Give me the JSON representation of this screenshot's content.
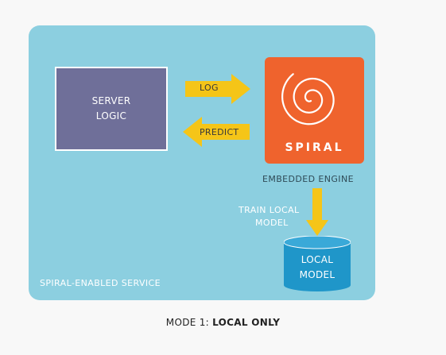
{
  "diagram": {
    "server_box": {
      "line1": "SERVER",
      "line2": "LOGIC"
    },
    "engine_box": {
      "label": "SPIRAL"
    },
    "engine_caption": "EMBEDDED ENGINE",
    "arrows": {
      "log": "LOG",
      "predict": "PREDICT",
      "train_line1": "TRAIN LOCAL",
      "train_line2": "MODEL"
    },
    "model_store": {
      "line1": "LOCAL",
      "line2": "MODEL"
    },
    "service_label": "SPIRAL-ENABLED SERVICE"
  },
  "caption": {
    "prefix": "MODE 1:",
    "emphasis": "LOCAL ONLY"
  },
  "colors": {
    "panel": "#8ccfe0",
    "server": "#6f6f99",
    "engine": "#ef632d",
    "arrow": "#f5c518",
    "model_store": "#1f96c9"
  }
}
